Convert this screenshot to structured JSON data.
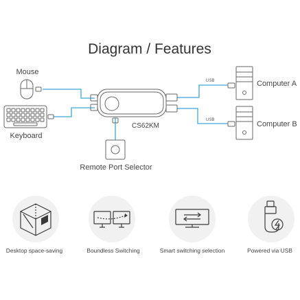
{
  "title": "Diagram / Features",
  "devices": {
    "mouse": "Mouse",
    "keyboard": "Keyboard",
    "switch_model": "CS62KM",
    "remote": "Remote Port Selector",
    "computer_a": "Computer A",
    "computer_b": "Computer B",
    "usb_a": "USB",
    "usb_b": "USB"
  },
  "features": [
    {
      "label": "Desktop space-saving",
      "icon": "cube-icon"
    },
    {
      "label": "Boundless Switching",
      "icon": "dual-monitor-cursor-icon"
    },
    {
      "label": "Smart switching selection",
      "icon": "monitor-arrows-icon"
    },
    {
      "label": "Powered via USB",
      "icon": "usb-power-icon"
    }
  ],
  "colors": {
    "cable": "#3aa9d8",
    "text": "#333333",
    "icon_circle": "#f1f1f1"
  }
}
